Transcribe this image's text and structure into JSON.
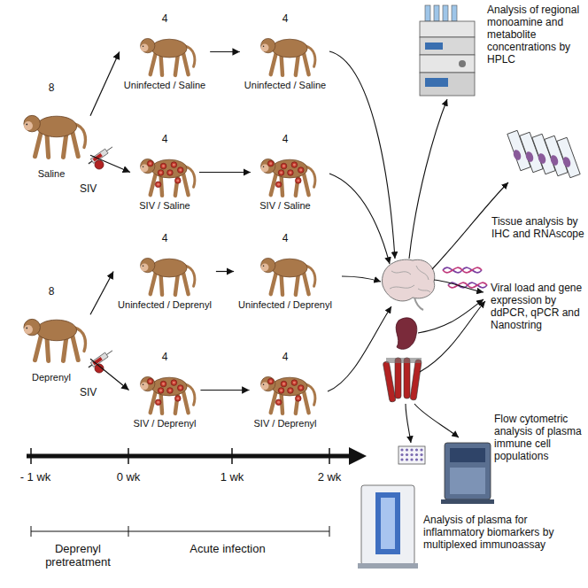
{
  "diagram": {
    "nodes": [
      {
        "text": [
          "8",
          "Saline"
        ]
      },
      {
        "text": [
          "4",
          "Uninfected / Saline"
        ]
      },
      {
        "text": [
          "4",
          "Uninfected / Saline"
        ]
      },
      {
        "text": [
          "4",
          "SIV / Saline"
        ]
      },
      {
        "text": [
          "4",
          "SIV / Saline"
        ]
      },
      {
        "text": [
          "8",
          "Deprenyl"
        ]
      },
      {
        "text": [
          "4",
          "Uninfected / Deprenyl"
        ]
      },
      {
        "text": [
          "4",
          "Uninfected / Deprenyl"
        ]
      },
      {
        "text": [
          "4",
          "SIV / Deprenyl"
        ]
      },
      {
        "text": [
          "4",
          "SIV / Deprenyl"
        ]
      }
    ],
    "edges": [
      {
        "from": 0,
        "to": 1,
        "arrow": "to"
      },
      {
        "from": 0,
        "to": 3,
        "arrow": "to"
      },
      {
        "from": 1,
        "to": 2,
        "arrow": "to"
      },
      {
        "from": 3,
        "to": 4,
        "arrow": "to"
      },
      {
        "from": 5,
        "to": 6,
        "arrow": "to"
      },
      {
        "from": 5,
        "to": 8,
        "arrow": "to"
      },
      {
        "from": 6,
        "to": 7,
        "arrow": "to"
      },
      {
        "from": 8,
        "to": 9,
        "arrow": "to"
      }
    ],
    "labels": [
      "SIV",
      "SIV",
      "Analysis of regional monoamine and metabolite concentrations by HPLC",
      "Tissue analysis by IHC and RNAscope",
      "Viral load and gene expression by ddPCR, qPCR and Nanostring",
      "Flow cytometric analysis of plasma immune cell populations",
      "Analysis of plasma for inflammatory biomarkers by multiplexed immunoassay",
      "- 1 wk",
      "0 wk",
      "1 wk",
      "2 wk",
      "Deprenyl pretreatment",
      "Acute infection"
    ]
  }
}
